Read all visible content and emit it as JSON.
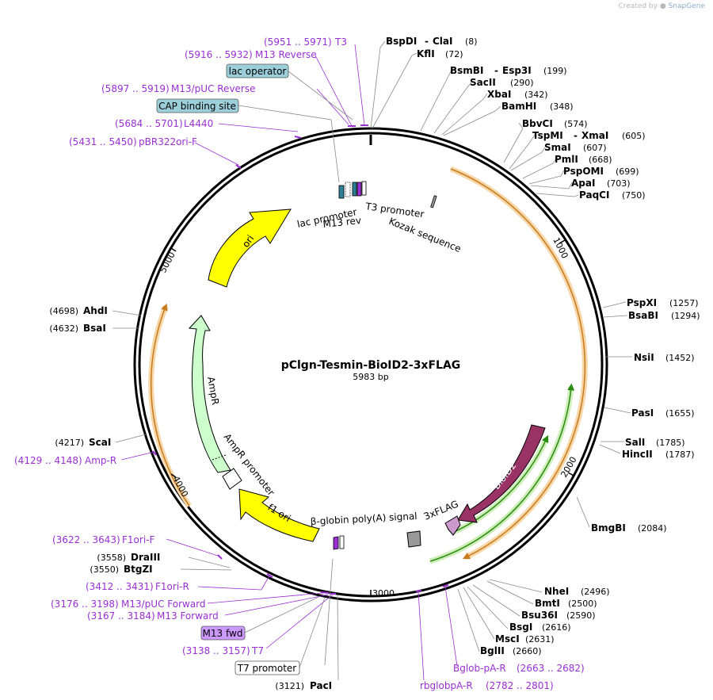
{
  "credit": {
    "prefix": "Created by",
    "brand": "SnapGene"
  },
  "plasmid": {
    "name": "pClgn-Tesmin-BioID2-3xFLAG",
    "length_label": "5983 bp",
    "length": 5983
  },
  "ticks": [
    {
      "label": "1000",
      "bp": 1000
    },
    {
      "label": "2000",
      "bp": 2000
    },
    {
      "label": "3000",
      "bp": 3000
    },
    {
      "label": "4000",
      "bp": 4000
    },
    {
      "label": "5000",
      "bp": 5000
    }
  ],
  "enzymes_right": [
    {
      "name": "BspDI",
      "name2": "ClaI",
      "pos": "(8)"
    },
    {
      "name": "KflI",
      "pos": "(72)"
    },
    {
      "name": "BsmBI",
      "name2": "Esp3I",
      "pos": "(199)"
    },
    {
      "name": "SacII",
      "pos": "(290)"
    },
    {
      "name": "XbaI",
      "pos": "(342)"
    },
    {
      "name": "BamHI",
      "pos": "(348)"
    },
    {
      "name": "BbvCI",
      "pos": "(574)"
    },
    {
      "name": "TspMI",
      "name2": "XmaI",
      "pos": "(605)"
    },
    {
      "name": "SmaI",
      "pos": "(607)"
    },
    {
      "name": "PmlI",
      "pos": "(668)"
    },
    {
      "name": "PspOMI",
      "pos": "(699)"
    },
    {
      "name": "ApaI",
      "pos": "(703)"
    },
    {
      "name": "PaqCI",
      "pos": "(750)"
    },
    {
      "name": "PspXI",
      "pos": "(1257)"
    },
    {
      "name": "BsaBI",
      "pos": "(1294)"
    },
    {
      "name": "NsiI",
      "pos": "(1452)"
    },
    {
      "name": "PasI",
      "pos": "(1655)"
    },
    {
      "name": "SalI",
      "pos": "(1785)"
    },
    {
      "name": "HincII",
      "pos": "(1787)"
    },
    {
      "name": "BmgBI",
      "pos": "(2084)"
    },
    {
      "name": "NheI",
      "pos": "(2496)"
    },
    {
      "name": "BmtI",
      "pos": "(2500)"
    },
    {
      "name": "Bsu36I",
      "pos": "(2590)"
    },
    {
      "name": "BsgI",
      "pos": "(2616)"
    },
    {
      "name": "MscI",
      "pos": "(2631)"
    },
    {
      "name": "BglII",
      "pos": "(2660)"
    }
  ],
  "enzymes_left": [
    {
      "name": "AhdI",
      "pos": "(4698)"
    },
    {
      "name": "BsaI",
      "pos": "(4632)"
    },
    {
      "name": "ScaI",
      "pos": "(4217)"
    },
    {
      "name": "DraIII",
      "pos": "(3558)"
    },
    {
      "name": "BtgZI",
      "pos": "(3550)"
    },
    {
      "name": "PacI",
      "pos": "(3121)"
    }
  ],
  "primers": [
    {
      "range": "(5951 .. 5971)",
      "name": "T3"
    },
    {
      "range": "(5916 .. 5932)",
      "name": "M13 Reverse"
    },
    {
      "range": "(5897 .. 5919)",
      "name": "M13/pUC Reverse"
    },
    {
      "range": "(5684 .. 5701)",
      "name": "L4440"
    },
    {
      "range": "(5431 .. 5450)",
      "name": "pBR322ori-F"
    },
    {
      "range": "(4129 .. 4148)",
      "name": "Amp-R"
    },
    {
      "range": "(3622 .. 3643)",
      "name": "F1ori-F"
    },
    {
      "range": "(3412 .. 3431)",
      "name": "F1ori-R"
    },
    {
      "range": "(3176 .. 3198)",
      "name": "M13/pUC Forward"
    },
    {
      "range": "(3167 .. 3184)",
      "name": "M13 Forward"
    },
    {
      "range": "(3138 .. 3157)",
      "name": "T7"
    },
    {
      "range": "(2663 .. 2682)",
      "name": "Bglob-pA-R"
    },
    {
      "range": "(2782 .. 2801)",
      "name": "rbglobpA-R"
    }
  ],
  "boxed_labels": [
    {
      "text": "lac operator",
      "color": "#9ccfd9"
    },
    {
      "text": "CAP binding site",
      "color": "#9ccfd9"
    },
    {
      "text": "M13 fwd",
      "color": "#cc99ff"
    },
    {
      "text": "T7 promoter",
      "color": "#ffffff"
    }
  ],
  "features": [
    {
      "name": "ori",
      "color": "#ffff00"
    },
    {
      "name": "AmpR",
      "color": "#ccffcc"
    },
    {
      "name": "AmpR promoter",
      "color": "#ffffff"
    },
    {
      "name": "f1 ori",
      "color": "#ffff00"
    },
    {
      "name": "BioID2",
      "color": "#993366"
    },
    {
      "name": "3xFLAG",
      "color": "#cc99cc"
    },
    {
      "name": "β-globin poly(A) signal",
      "color": "#999999"
    },
    {
      "name": "lac promoter"
    },
    {
      "name": "M13 rev"
    },
    {
      "name": "T3 promoter"
    },
    {
      "name": "Kozak sequence"
    }
  ],
  "colors": {
    "primer": "#9a2fd4",
    "orf_orange": "#e8a040",
    "orf_green": "#60c040",
    "backbone": "#000000"
  }
}
